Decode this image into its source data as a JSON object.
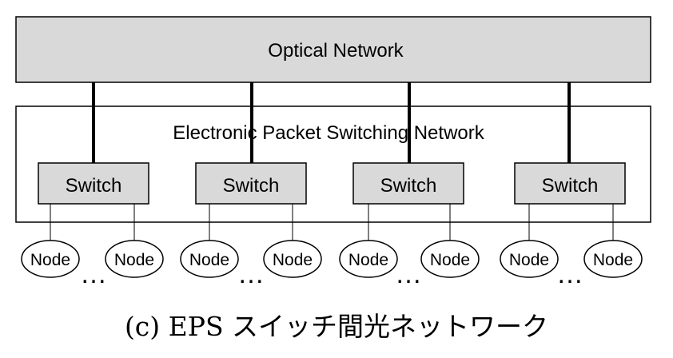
{
  "optical_network": {
    "label": "Optical Network",
    "fill": "#d9d9d9"
  },
  "eps_network": {
    "label": "Electronic Packet Switching Network"
  },
  "switch_fill": "#d9d9d9",
  "switches": [
    {
      "label": "Switch",
      "nodes": [
        "Node",
        "Node"
      ],
      "ellipsis": "…"
    },
    {
      "label": "Switch",
      "nodes": [
        "Node",
        "Node"
      ],
      "ellipsis": "…"
    },
    {
      "label": "Switch",
      "nodes": [
        "Node",
        "Node"
      ],
      "ellipsis": "…"
    },
    {
      "label": "Switch",
      "nodes": [
        "Node",
        "Node"
      ],
      "ellipsis": "…"
    }
  ],
  "caption": "(c) EPS スイッチ間光ネットワーク"
}
